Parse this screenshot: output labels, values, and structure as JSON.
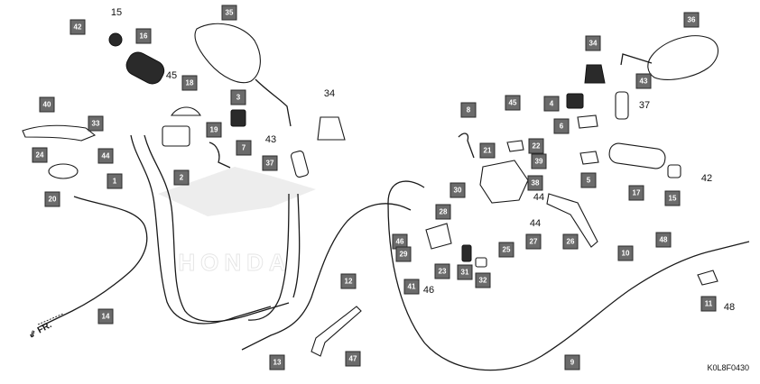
{
  "diagram": {
    "code": "K0L8F0430",
    "direction_label": "FR.",
    "watermark_text": "HONDA",
    "callouts": [
      {
        "id": "c15",
        "label": "15",
        "style": "plain"
      },
      {
        "id": "c42a",
        "label": "42",
        "style": "box"
      },
      {
        "id": "c16",
        "label": "16",
        "style": "box"
      },
      {
        "id": "c35",
        "label": "35",
        "style": "box"
      },
      {
        "id": "c45a",
        "label": "45",
        "style": "plain"
      },
      {
        "id": "c18",
        "label": "18",
        "style": "box"
      },
      {
        "id": "c3",
        "label": "3",
        "style": "box"
      },
      {
        "id": "c34a",
        "label": "34",
        "style": "plain"
      },
      {
        "id": "c40",
        "label": "40",
        "style": "box"
      },
      {
        "id": "c33",
        "label": "33",
        "style": "box"
      },
      {
        "id": "c19",
        "label": "19",
        "style": "box"
      },
      {
        "id": "c43a",
        "label": "43",
        "style": "plain"
      },
      {
        "id": "c24",
        "label": "24",
        "style": "box"
      },
      {
        "id": "c44a",
        "label": "44",
        "style": "box"
      },
      {
        "id": "c7",
        "label": "7",
        "style": "box"
      },
      {
        "id": "c37a",
        "label": "37",
        "style": "box"
      },
      {
        "id": "c2",
        "label": "2",
        "style": "box"
      },
      {
        "id": "c1",
        "label": "1",
        "style": "box"
      },
      {
        "id": "c20",
        "label": "20",
        "style": "box"
      },
      {
        "id": "c14",
        "label": "14",
        "style": "box"
      },
      {
        "id": "c12",
        "label": "12",
        "style": "box"
      },
      {
        "id": "c13",
        "label": "13",
        "style": "box"
      },
      {
        "id": "c47",
        "label": "47",
        "style": "box"
      },
      {
        "id": "c8",
        "label": "8",
        "style": "box"
      },
      {
        "id": "c45b",
        "label": "45",
        "style": "box"
      },
      {
        "id": "c21",
        "label": "21",
        "style": "box"
      },
      {
        "id": "c22",
        "label": "22",
        "style": "box"
      },
      {
        "id": "c39",
        "label": "39",
        "style": "box"
      },
      {
        "id": "c38",
        "label": "38",
        "style": "box"
      },
      {
        "id": "c30",
        "label": "30",
        "style": "box"
      },
      {
        "id": "c44b",
        "label": "44",
        "style": "plain"
      },
      {
        "id": "c28",
        "label": "28",
        "style": "box"
      },
      {
        "id": "c46a",
        "label": "46",
        "style": "box"
      },
      {
        "id": "c29",
        "label": "29",
        "style": "box"
      },
      {
        "id": "c23",
        "label": "23",
        "style": "box"
      },
      {
        "id": "c31",
        "label": "31",
        "style": "box"
      },
      {
        "id": "c32",
        "label": "32",
        "style": "box"
      },
      {
        "id": "c25",
        "label": "25",
        "style": "box"
      },
      {
        "id": "c27",
        "label": "27",
        "style": "box"
      },
      {
        "id": "c41",
        "label": "41",
        "style": "box"
      },
      {
        "id": "c46b",
        "label": "46",
        "style": "plain"
      },
      {
        "id": "c44c",
        "label": "44",
        "style": "plain"
      },
      {
        "id": "c26",
        "label": "26",
        "style": "box"
      },
      {
        "id": "c9",
        "label": "9",
        "style": "box"
      },
      {
        "id": "c34b",
        "label": "34",
        "style": "box"
      },
      {
        "id": "c36",
        "label": "36",
        "style": "box"
      },
      {
        "id": "c43b",
        "label": "43",
        "style": "box"
      },
      {
        "id": "c4",
        "label": "4",
        "style": "box"
      },
      {
        "id": "c37b",
        "label": "37",
        "style": "plain"
      },
      {
        "id": "c6",
        "label": "6",
        "style": "box"
      },
      {
        "id": "c5",
        "label": "5",
        "style": "box"
      },
      {
        "id": "c17",
        "label": "17",
        "style": "box"
      },
      {
        "id": "c15b",
        "label": "15",
        "style": "box"
      },
      {
        "id": "c42b",
        "label": "42",
        "style": "plain"
      },
      {
        "id": "c10",
        "label": "10",
        "style": "box"
      },
      {
        "id": "c48a",
        "label": "48",
        "style": "box"
      },
      {
        "id": "c11",
        "label": "11",
        "style": "box"
      },
      {
        "id": "c48b",
        "label": "48",
        "style": "plain"
      }
    ]
  }
}
